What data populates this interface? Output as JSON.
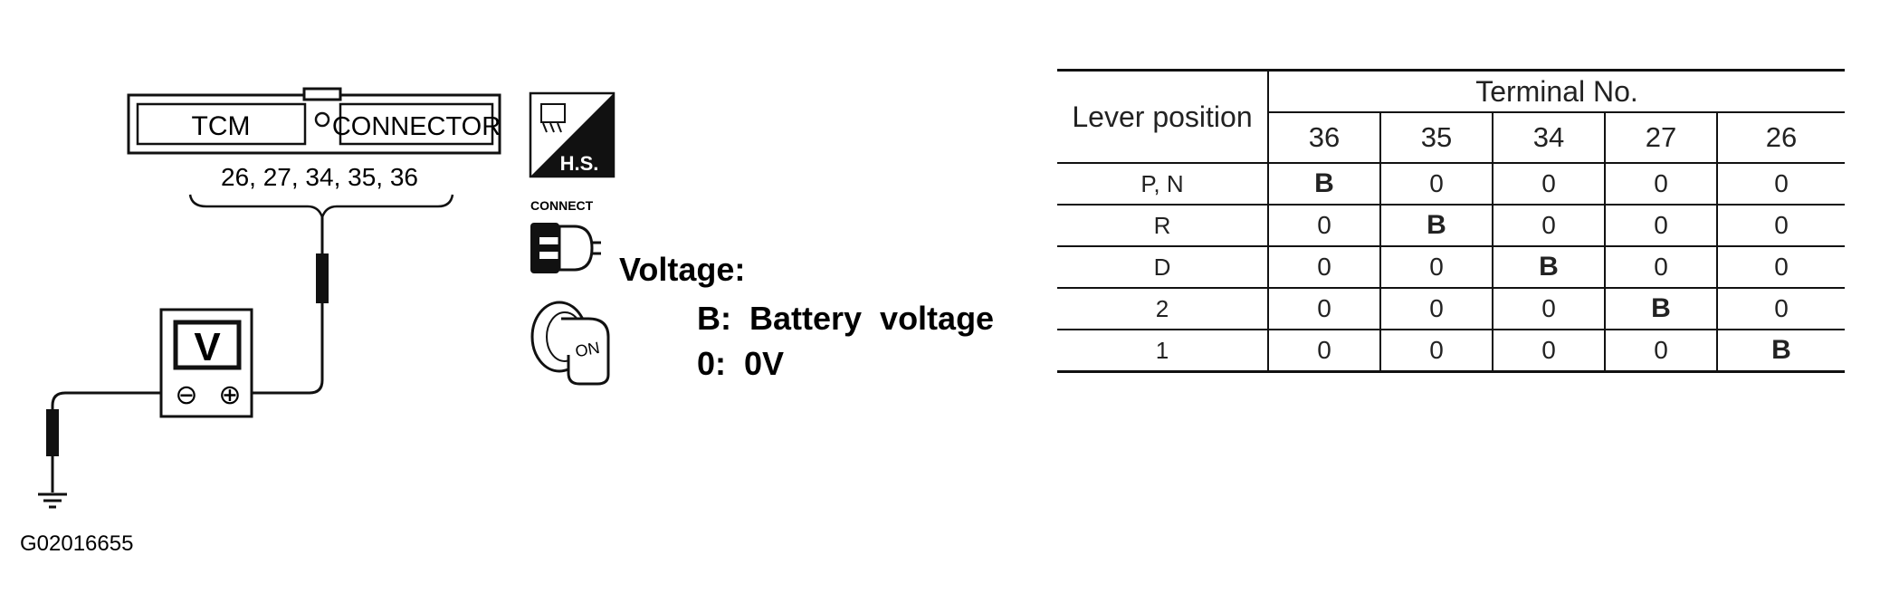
{
  "connector": {
    "left_label": "TCM",
    "right_label": "CONNECTOR",
    "terminals": "26, 27, 34, 35, 36"
  },
  "meter": {
    "symbol": "V",
    "minus": "⊖",
    "plus": "⊕"
  },
  "icons": {
    "hs_label": "H.S.",
    "connect_label": "CONNECT",
    "ignition_label": "ON"
  },
  "legend": {
    "title": "Voltage:",
    "b_line": "B:  Battery  voltage",
    "zero_line": "0:  0V"
  },
  "figure_id": "G02016655",
  "table": {
    "lever_header": "Lever position",
    "terminal_header": "Terminal No.",
    "columns": [
      "36",
      "35",
      "34",
      "27",
      "26"
    ],
    "rows": [
      {
        "label": "P, N",
        "cells": [
          "B",
          "0",
          "0",
          "0",
          "0"
        ]
      },
      {
        "label": "R",
        "cells": [
          "0",
          "B",
          "0",
          "0",
          "0"
        ]
      },
      {
        "label": "D",
        "cells": [
          "0",
          "0",
          "B",
          "0",
          "0"
        ]
      },
      {
        "label": "2",
        "cells": [
          "0",
          "0",
          "0",
          "B",
          "0"
        ]
      },
      {
        "label": "1",
        "cells": [
          "0",
          "0",
          "0",
          "0",
          "B"
        ]
      }
    ]
  }
}
